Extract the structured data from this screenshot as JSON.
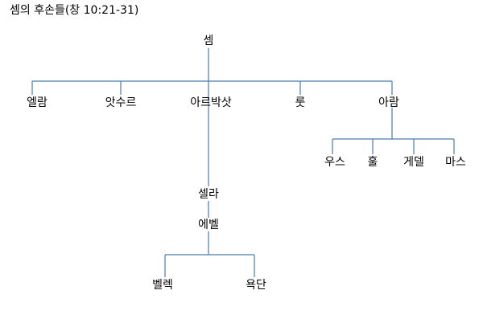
{
  "title": "셈의 후손들(창 10:21-31)",
  "line_color": "#4a7ab4",
  "root": "셈",
  "sons": [
    "엘람",
    "앗수르",
    "아르박삿",
    "룻",
    "아람"
  ],
  "aram_sons": [
    "우스",
    "훌",
    "게델",
    "마스"
  ],
  "arpachshad_line": [
    "셀라",
    "에벨"
  ],
  "eber_sons": [
    "벨렉",
    "욕단"
  ]
}
